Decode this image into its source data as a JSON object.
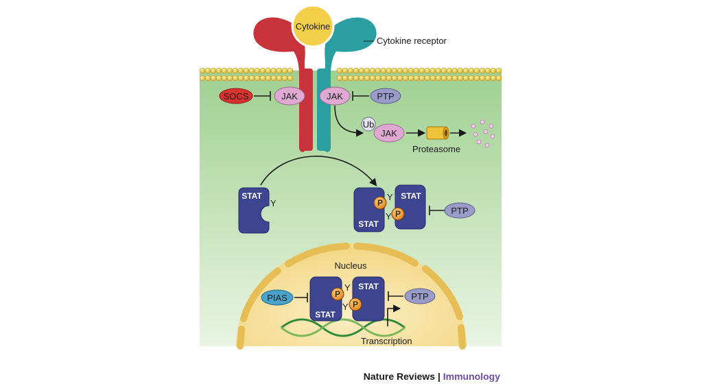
{
  "labels": {
    "cytokine": "Cytokine",
    "cytokine_receptor": "Cytokine receptor",
    "socs": "SOCS",
    "jak_left": "JAK",
    "jak_right": "JAK",
    "ptp_membrane": "PTP",
    "ub": "Ub",
    "jak_ub": "JAK",
    "proteasome": "Proteasome",
    "stat_mono": "STAT",
    "y_mono": "Y",
    "stat_dimer_top": "STAT",
    "stat_dimer_bottom": "STAT",
    "p": "P",
    "y": "Y",
    "ptp_cyto": "PTP",
    "nucleus": "Nucleus",
    "pias": "PIAS",
    "stat_nuc_top": "STAT",
    "stat_nuc_bottom": "STAT",
    "ptp_nuc": "PTP",
    "transcription": "Transcription"
  },
  "credit": {
    "journal": "Nature Reviews",
    "separator": " | ",
    "section": "Immunology"
  },
  "colors": {
    "cytoplasm": "#bfe0b0",
    "membrane_bead": "#e8c84a",
    "receptor_red": "#c8323a",
    "receptor_teal": "#2a9ea0",
    "cytokine": "#f4d04a",
    "jak": "#e0a9d4",
    "ptp": "#9a9bc9",
    "socs": "#d8322e",
    "stat": "#3d4591",
    "phospho": "#f0a030",
    "nucleus": "#f7e3a6",
    "pias": "#4aa3c8",
    "section": "#6a4ea8"
  }
}
